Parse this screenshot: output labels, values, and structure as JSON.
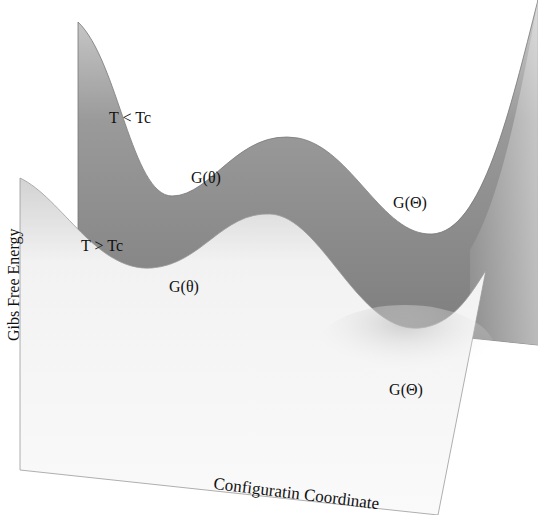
{
  "diagram": {
    "labels": [
      "Gibs Free Energy",
      "T < Tc",
      "G(θ)",
      "G(Θ)",
      "T > Tc",
      "G(θ)",
      "G(Θ)",
      "Configuratin Coordinate"
    ]
  }
}
